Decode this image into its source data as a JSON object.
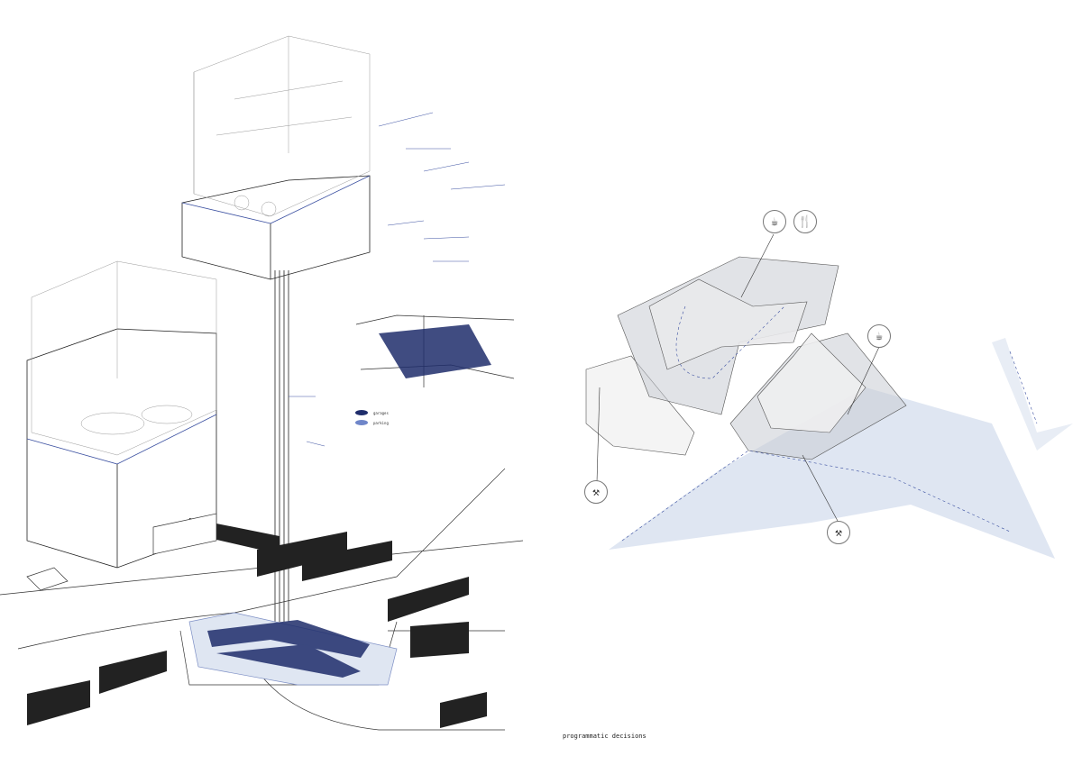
{
  "caption": "programmatic decisions",
  "legend": [
    {
      "label": "garages",
      "color": "#1f2d6b"
    },
    {
      "label": "parking",
      "color": "#6f86c9"
    }
  ],
  "icons": [
    {
      "name": "coffee-icon",
      "glyph": "☕"
    },
    {
      "name": "cutlery-icon",
      "glyph": "🍴"
    },
    {
      "name": "coffee-icon",
      "glyph": "☕"
    },
    {
      "name": "tools-icon",
      "glyph": "⚒"
    },
    {
      "name": "tools-icon",
      "glyph": "⚒"
    }
  ],
  "colors": {
    "accent": "#3a4fa0",
    "translucent": "#c9ccd3",
    "ground": "#dfe6f2"
  }
}
